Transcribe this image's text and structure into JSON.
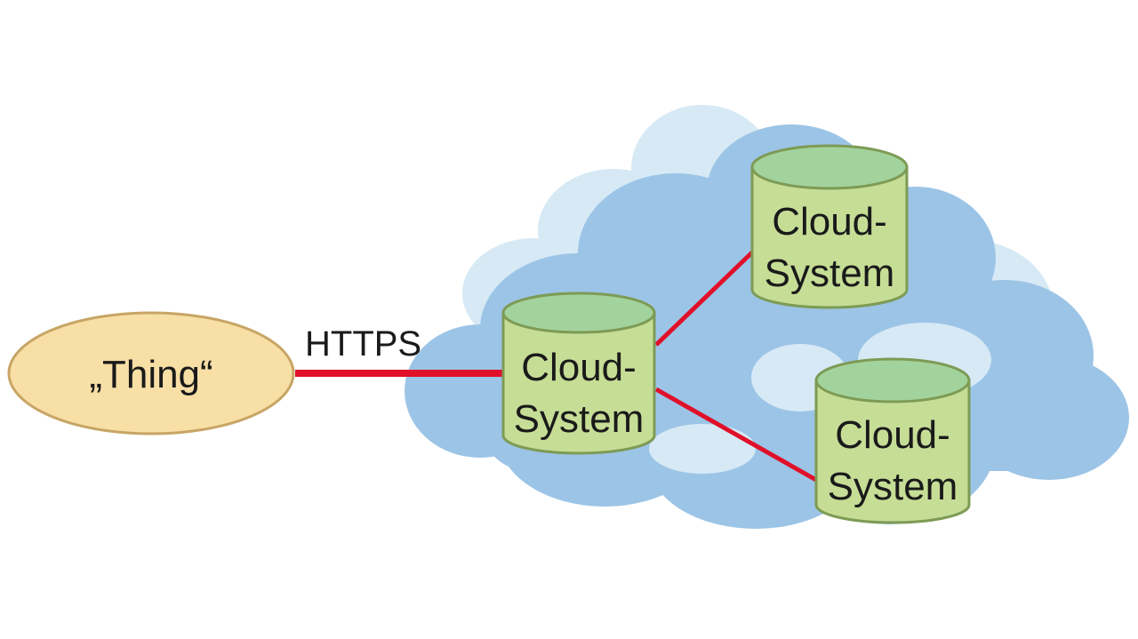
{
  "diagram": {
    "thing": {
      "label": "„Thing“"
    },
    "protocol_label": "HTTPS",
    "cloud_systems": [
      {
        "line1": "Cloud-",
        "line2": "System"
      },
      {
        "line1": "Cloud-",
        "line2": "System"
      },
      {
        "line1": "Cloud-",
        "line2": "System"
      }
    ],
    "colors": {
      "thing_fill": "#f7dfa6",
      "thing_stroke": "#c8a565",
      "cloud_dark": "#9cc4e6",
      "cloud_light": "#d6e9f5",
      "cylinder_body": "#c6dd96",
      "cylinder_top": "#a3d39c",
      "cylinder_stroke": "#7d9b55",
      "connection": "#e0102a"
    }
  }
}
